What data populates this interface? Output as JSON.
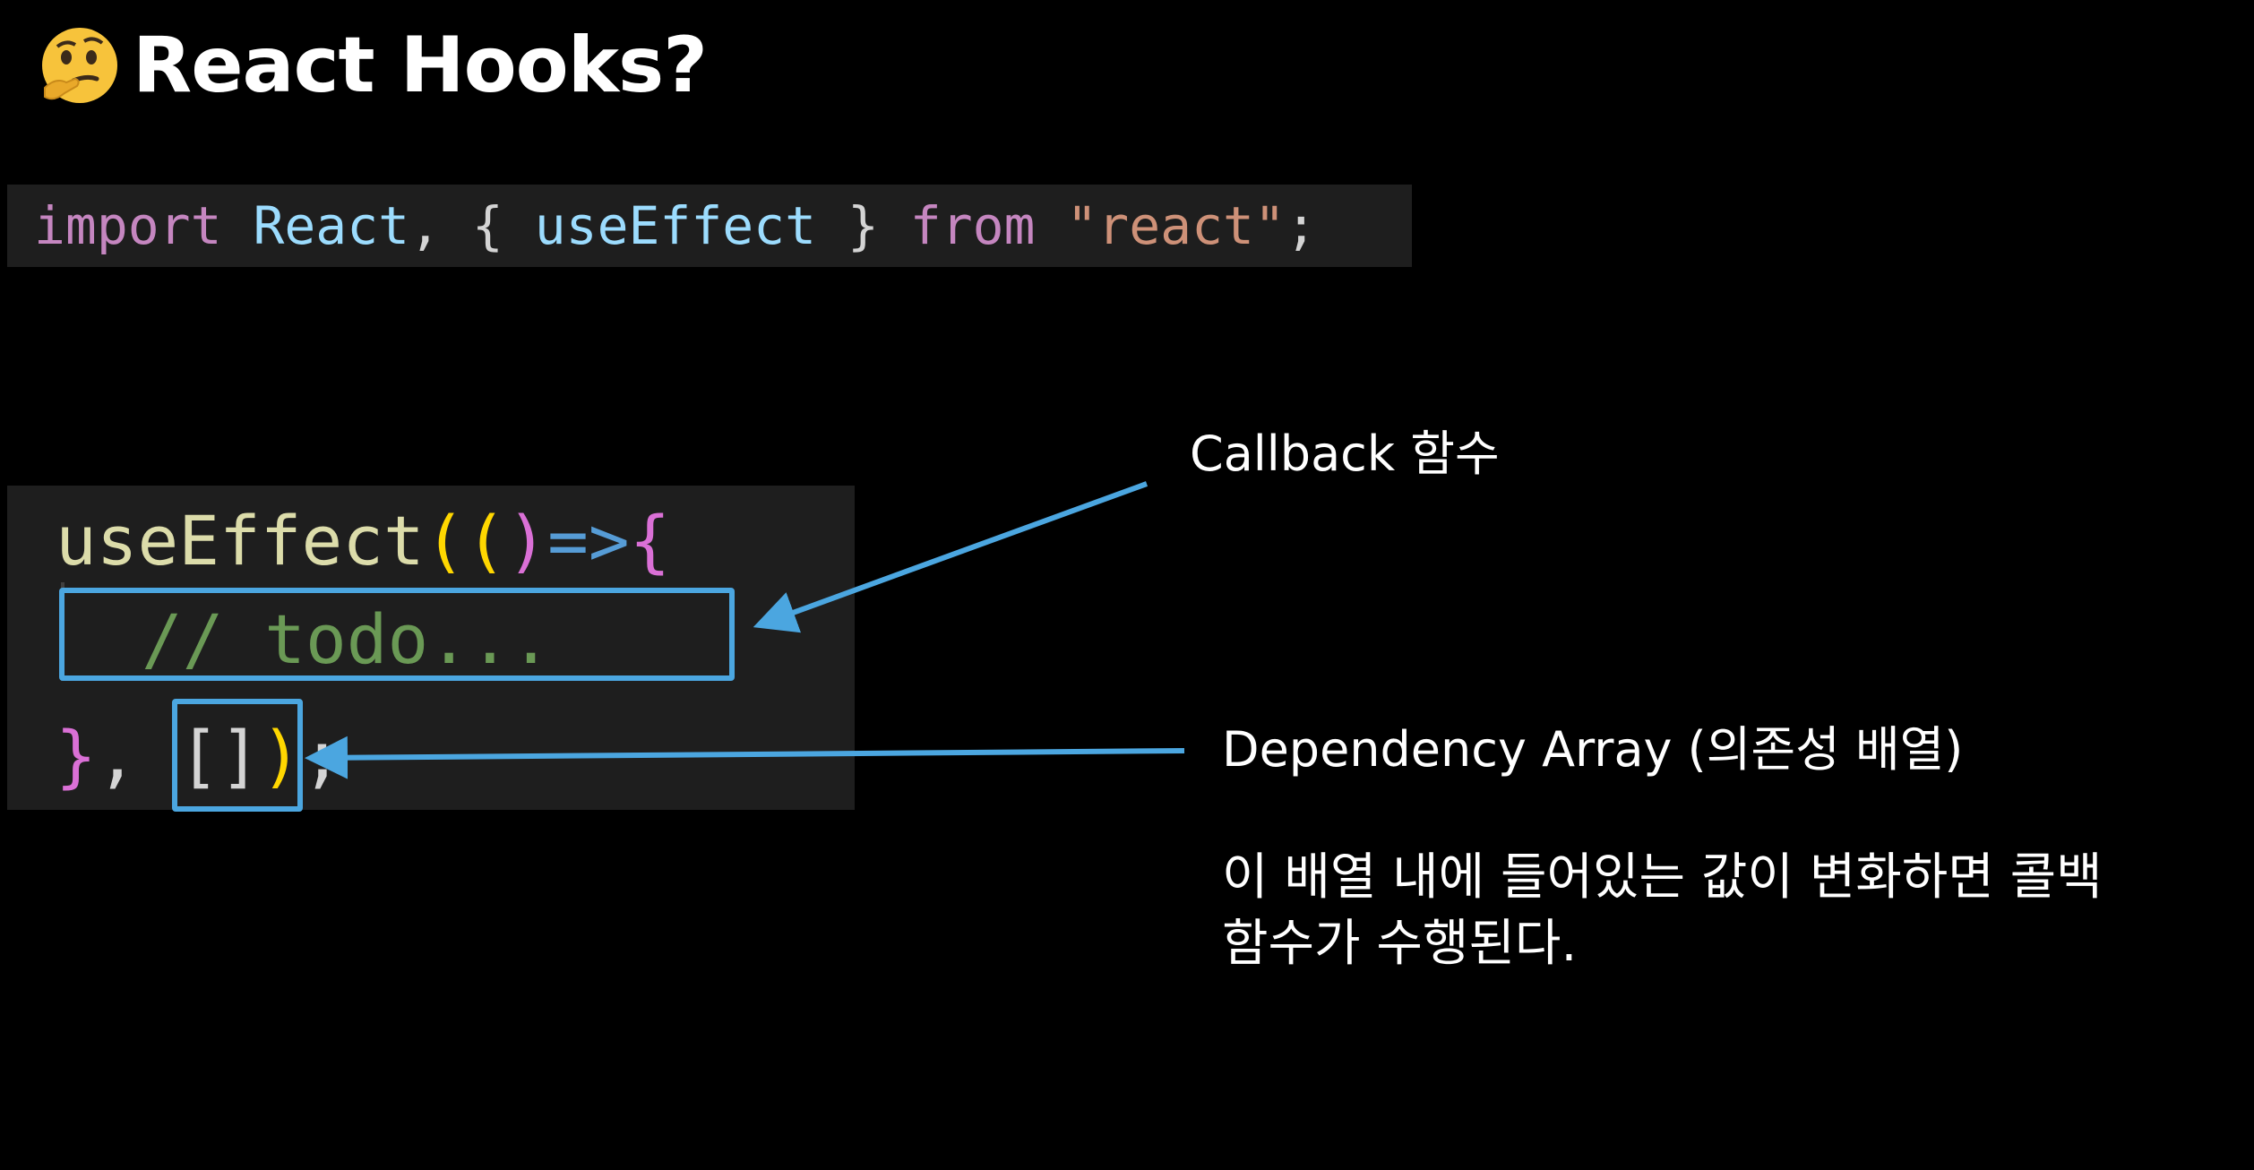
{
  "slide": {
    "emoji_name": "thinking-face-emoji",
    "title": "React Hooks?"
  },
  "import_line": {
    "keyword_import": "import",
    "react": "React",
    "comma": ",",
    "open_brace": "{",
    "use_effect": "useEffect",
    "close_brace": "}",
    "keyword_from": "from",
    "module": "\"react\"",
    "semicolon": ";"
  },
  "code_block": {
    "fn_name": "useEffect",
    "open_parens": "((",
    "close_paren": ")",
    "arrow": "=>",
    "open_brace": "{",
    "comment": "// todo...",
    "close_brace": "}",
    "comma": ",",
    "deps": "[]",
    "end_paren": ")",
    "semicolon": ";"
  },
  "annotations": {
    "callback_label": "Callback 함수",
    "dependency_label": "Dependency Array (의존성 배열)",
    "dependency_desc_line1": "이 배열 내에 들어있는 값이 변화하면 콜백",
    "dependency_desc_line2": "함수가 수행된다."
  },
  "colors": {
    "background": "#000000",
    "code_bg": "#1e1e1e",
    "highlight": "#4ba6e0",
    "keyword": "#c586c0",
    "identifier": "#9cdcfe",
    "string": "#ce9178",
    "function": "#dcdcaa",
    "comment": "#6a9955",
    "bracket_gold": "#ffd700",
    "bracket_purple": "#da70d6"
  }
}
